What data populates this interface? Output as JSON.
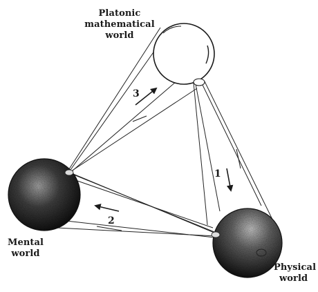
{
  "labels": {
    "platonic": [
      "Platonic",
      "mathematical",
      "world"
    ],
    "mental": [
      "Mental",
      "world"
    ],
    "physical": [
      "Physical",
      "world"
    ]
  },
  "arrows": {
    "one": "1",
    "two": "2",
    "three": "3"
  }
}
